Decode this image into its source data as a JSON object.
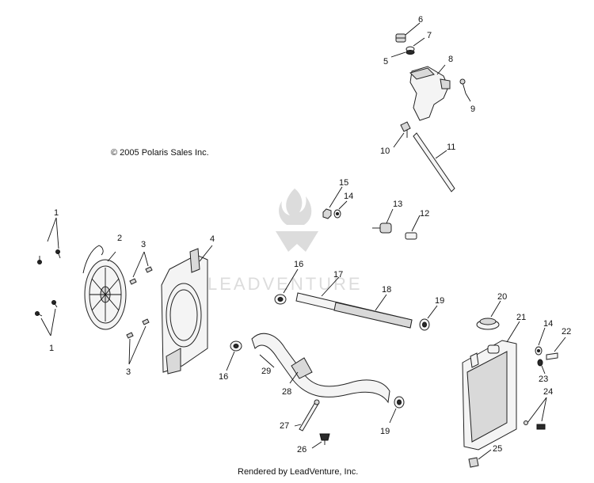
{
  "copyright": "© 2005 Polaris Sales Inc.",
  "footer": "Rendered by LeadVenture, Inc.",
  "watermark": "LEADVENTURE",
  "labels": {
    "l1a": "1",
    "l1b": "1",
    "l2": "2",
    "l3a": "3",
    "l3b": "3",
    "l4": "4",
    "l5": "5",
    "l6": "6",
    "l7": "7",
    "l8": "8",
    "l9": "9",
    "l10": "10",
    "l11": "11",
    "l12": "12",
    "l13": "13",
    "l14a": "14",
    "l14b": "14",
    "l15": "15",
    "l16a": "16",
    "l16b": "16",
    "l17": "17",
    "l18": "18",
    "l19a": "19",
    "l19b": "19",
    "l20": "20",
    "l21": "21",
    "l22": "22",
    "l23": "23",
    "l24": "24",
    "l25": "25",
    "l26": "26",
    "l27": "27",
    "l28": "28",
    "l29": "29"
  }
}
